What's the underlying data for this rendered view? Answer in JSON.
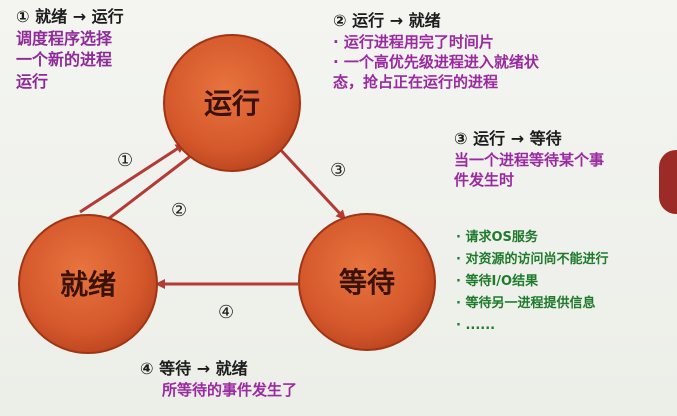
{
  "colors": {
    "node_fill": "#d4572b",
    "node_edge": "#a03514",
    "arrow": "#b33a35",
    "annotation_text": "#9a2aa0",
    "list_text": "#1f7a2c",
    "heading_text": "#1c1c1c"
  },
  "nodes": {
    "running": "运行",
    "ready": "就绪",
    "waiting": "等待"
  },
  "edge_labels": {
    "e1": "①",
    "e2": "②",
    "e3": "③",
    "e4": "④"
  },
  "annotations": {
    "a1": {
      "head": "① 就绪 → 运行",
      "body": [
        "调度程序选择",
        "一个新的进程",
        "运行"
      ]
    },
    "a2": {
      "head": "② 运行 → 就绪",
      "body": [
        "· 运行进程用完了时间片",
        "· 一个高优先级进程进入就绪状",
        "态，抢占正在运行的进程"
      ]
    },
    "a3": {
      "head": "③ 运行 → 等待",
      "body": [
        "当一个进程等待某个事",
        "件发生时"
      ]
    },
    "a4": {
      "head": "④ 等待 → 就绪",
      "body": [
        "所等待的事件发生了"
      ]
    }
  },
  "waiting_reasons": [
    "· 请求OS服务",
    "· 对资源的访问尚不能进行",
    "· 等待I/O结果",
    "· 等待另一进程提供信息",
    "· ......"
  ]
}
